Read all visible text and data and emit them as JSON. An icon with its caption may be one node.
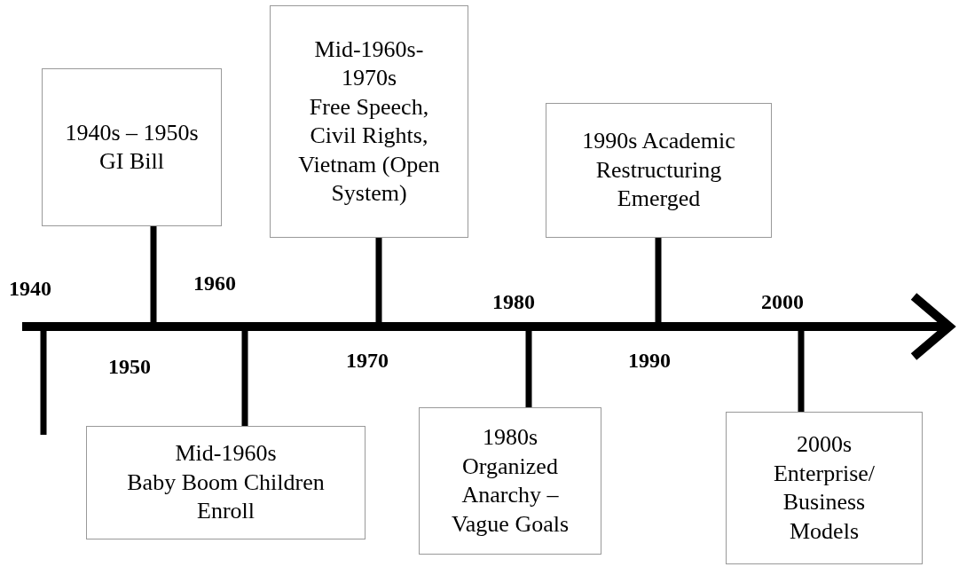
{
  "diagram": {
    "nodes": [
      {
        "text": [
          "1940s – 1950s",
          "GI Bill"
        ]
      },
      {
        "text": [
          "Mid-1960s-1970s",
          "Free Speech, Civil Rights, Vietnam (Open System)"
        ]
      },
      {
        "text": [
          "1990s Academic Restructuring Emerged"
        ]
      },
      {
        "text": [
          "Mid-1960s",
          "Baby Boom Children Enroll"
        ]
      },
      {
        "text": [
          "1980s",
          "Organized Anarchy – Vague Goals"
        ]
      },
      {
        "text": [
          "2000s",
          "Enterprise/ Business Models"
        ]
      }
    ],
    "edges": [
      {
        "from": 0,
        "to": null,
        "arrow": "none"
      },
      {
        "from": 1,
        "to": null,
        "arrow": "none"
      },
      {
        "from": 2,
        "to": null,
        "arrow": "none"
      },
      {
        "from": 3,
        "to": null,
        "arrow": "none"
      },
      {
        "from": 4,
        "to": null,
        "arrow": "none"
      },
      {
        "from": 5,
        "to": null,
        "arrow": "none"
      }
    ],
    "labels": [
      "1940",
      "1960",
      "1980",
      "2000",
      "1950",
      "1970",
      "1990"
    ]
  }
}
